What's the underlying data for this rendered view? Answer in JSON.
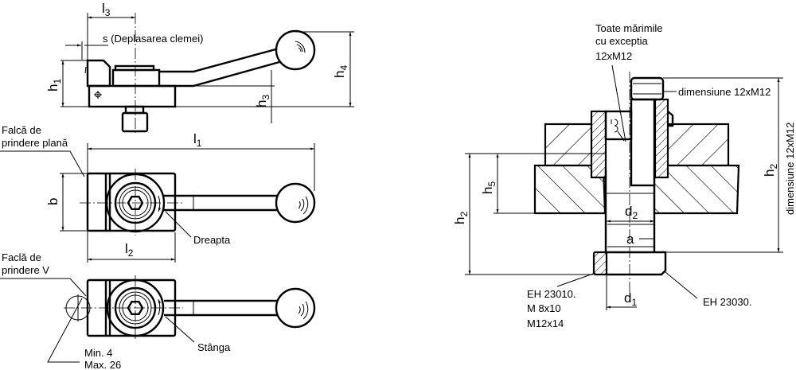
{
  "colors": {
    "line": "#000000",
    "background": "#ffffff"
  },
  "side_view": {
    "l3": "l",
    "l3_sub": "3",
    "s_label": "s (Deplasarea clemei)",
    "h1": "h",
    "h1_sub": "1",
    "h3": "h",
    "h3_sub": "3",
    "h4": "h",
    "h4_sub": "4"
  },
  "top_view_flat": {
    "label_line1": "Falcă de",
    "label_line2": "prindere plană",
    "l1": "l",
    "l1_sub": "1",
    "b": "b",
    "l2": "l",
    "l2_sub": "2",
    "rotation_label": "Dreapta"
  },
  "top_view_v": {
    "label_line1": "Faclă de",
    "label_line2": "prindere V",
    "rotation_label": "Stânga",
    "min_label": "Min.  4",
    "max_label": "Max. 26"
  },
  "section_view": {
    "note_line1": "Toate mărimile",
    "note_line2": "cu exceptia",
    "note_line3": "12xM12",
    "bolt_label": "dimensiune 12xM12",
    "vertical_label": "dimensiune 12xM12",
    "h2_left": "h",
    "h2_left_sub": "2",
    "h5": "h",
    "h5_sub": "5",
    "h2_right": "h",
    "h2_right_sub": "2",
    "d2": "d",
    "d2_sub": "2",
    "a": "a",
    "d1": "d",
    "d1_sub": "1",
    "part1_line1": "EH 23010.",
    "part1_line2": "M  8x10",
    "part1_line3": "M12x14",
    "part2": "EH 23030."
  }
}
